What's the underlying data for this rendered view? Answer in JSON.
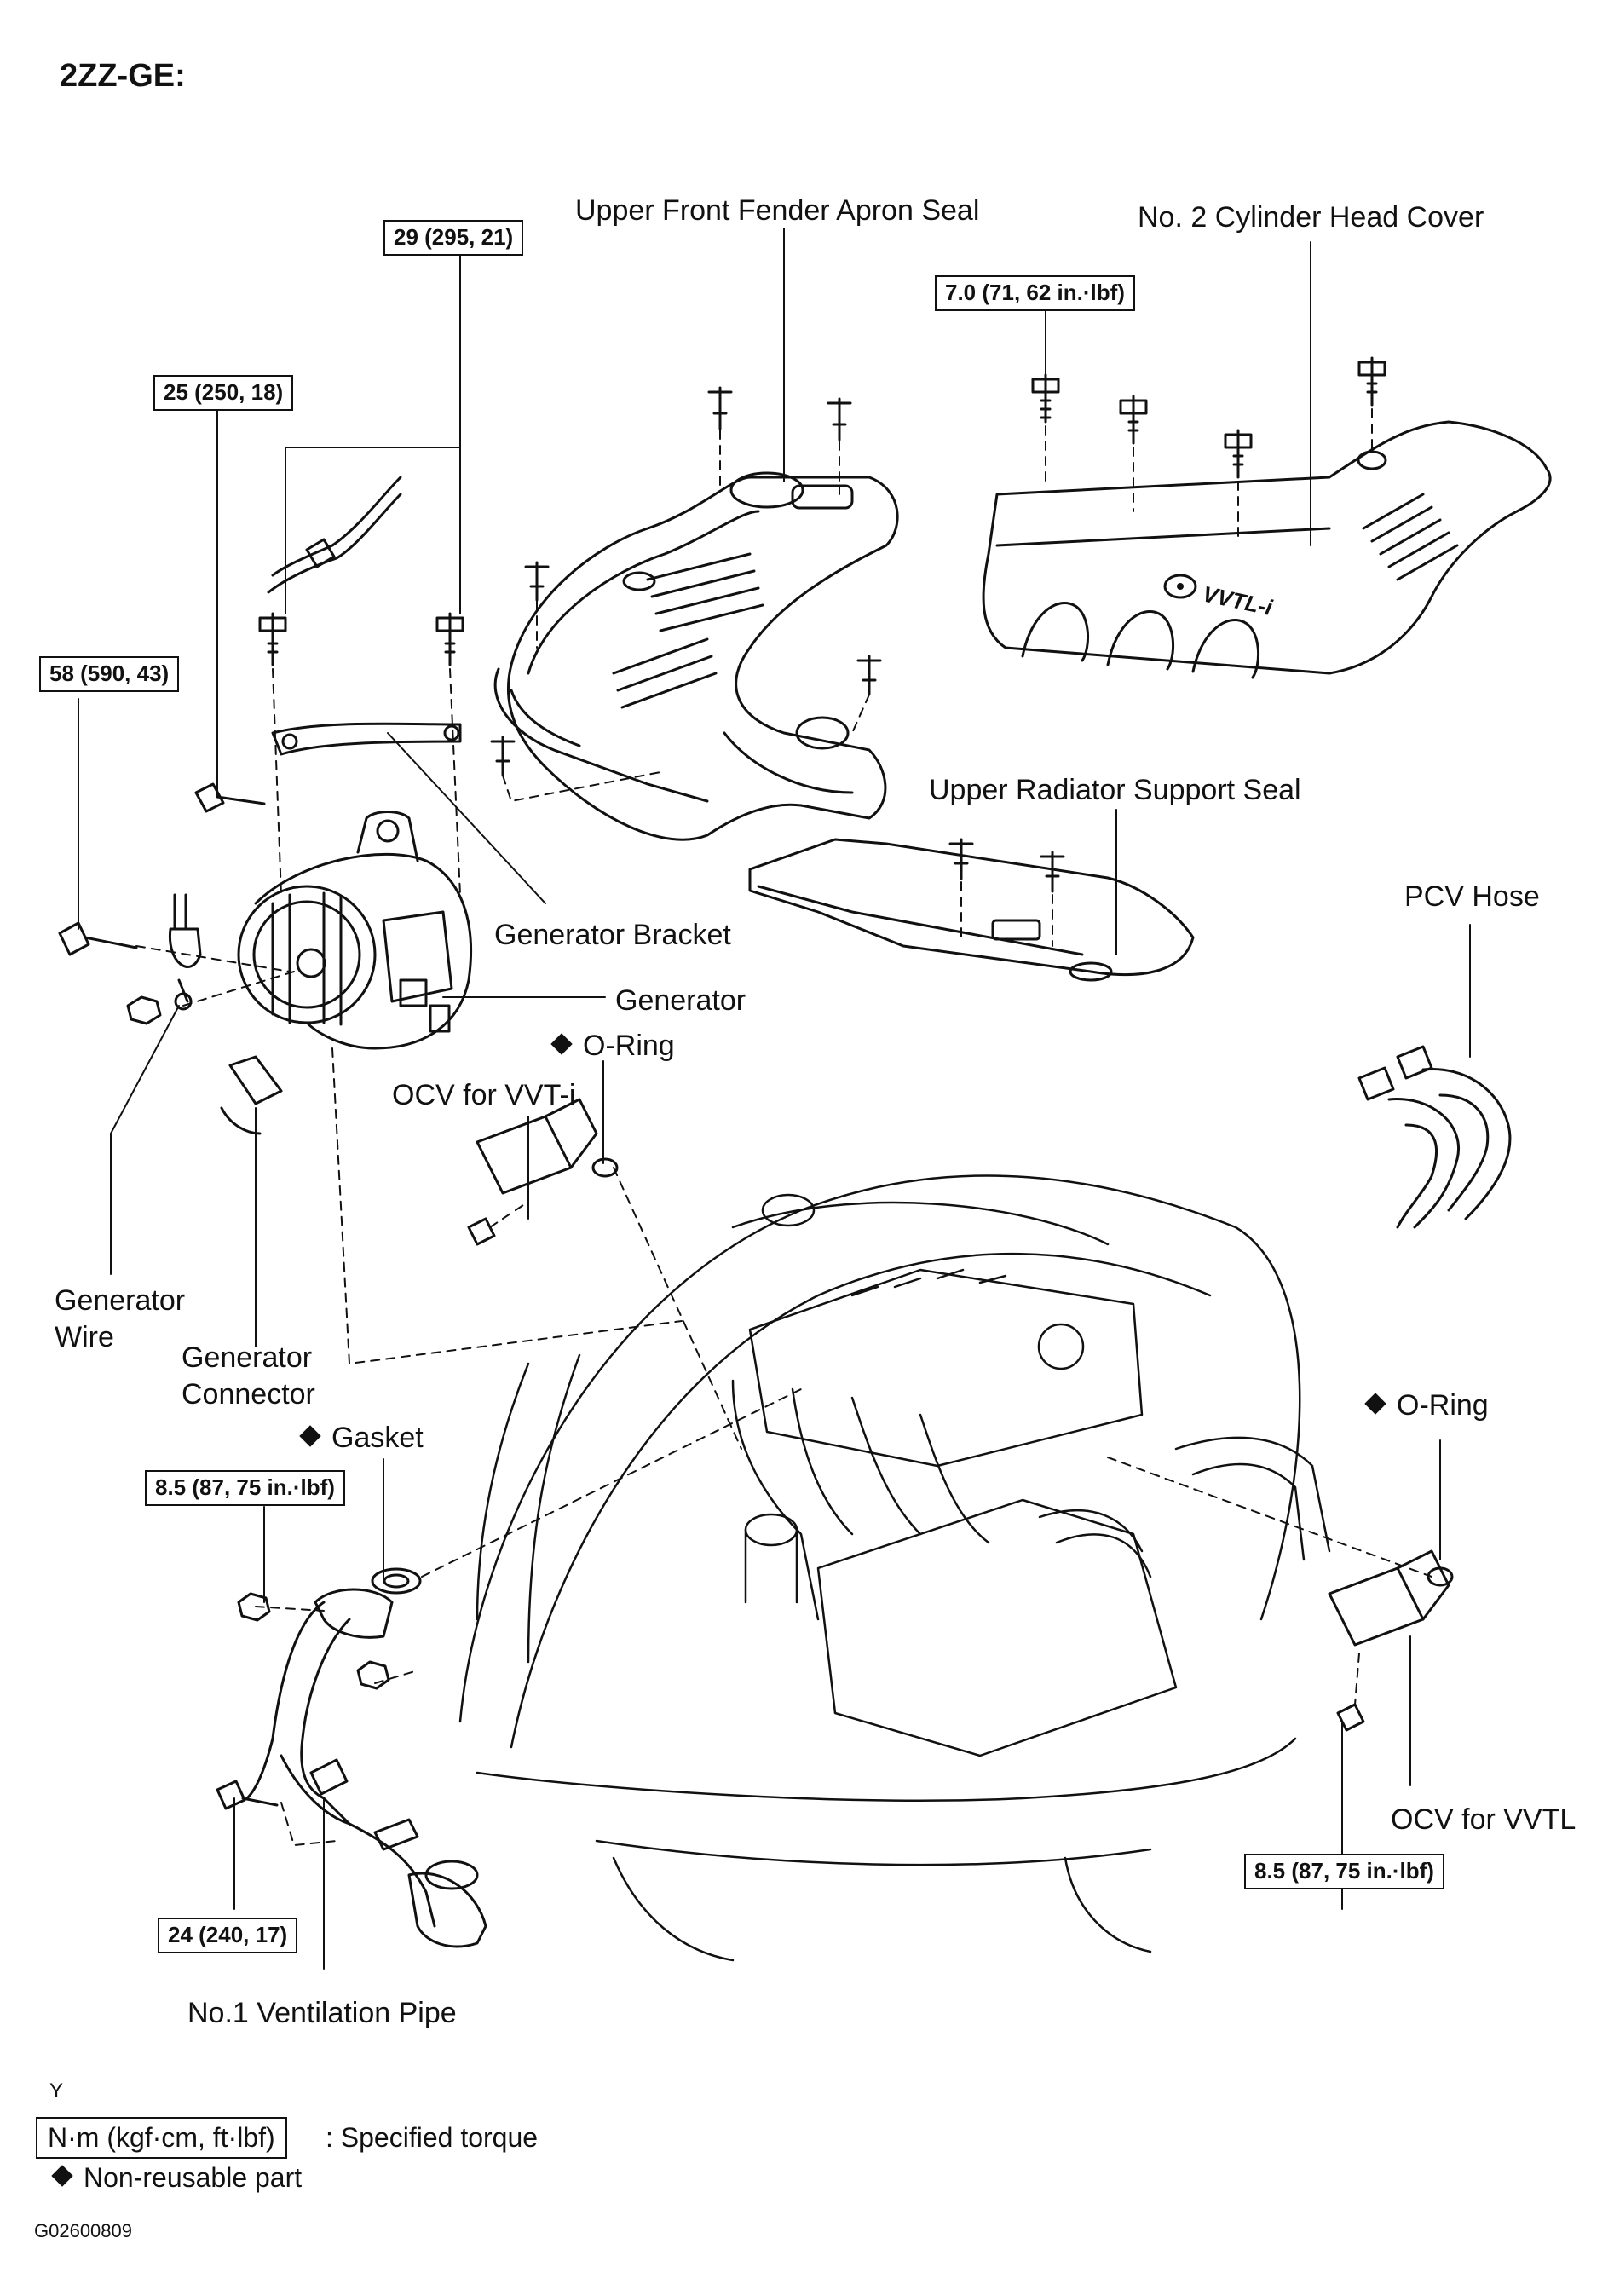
{
  "title": "2ZZ-GE:",
  "labels": {
    "upper_front_fender_apron_seal": "Upper Front Fender Apron Seal",
    "no2_cylinder_head_cover": "No. 2 Cylinder Head Cover",
    "upper_radiator_support_seal": "Upper Radiator Support Seal",
    "pcv_hose": "PCV Hose",
    "generator_bracket": "Generator Bracket",
    "generator": "Generator",
    "o_ring_top": "O-Ring",
    "ocv_vvti": "OCV for VVT-i",
    "generator_wire_1": "Generator",
    "generator_wire_2": "Wire",
    "generator_connector_1": "Generator",
    "generator_connector_2": "Connector",
    "gasket": "Gasket",
    "o_ring_right": "O-Ring",
    "ocv_vvtl": "OCV for VVTL",
    "no1_ventilation_pipe": "No.1 Ventilation Pipe",
    "cover_logo": "VVTL-i"
  },
  "torques": {
    "t_29": "29 (295, 21)",
    "t_25": "25 (250, 18)",
    "t_58": "58 (590, 43)",
    "t_7": "7.0 (71, 62 in.·lbf)",
    "t_85_left": "8.5 (87, 75 in.·lbf)",
    "t_24": "24 (240, 17)",
    "t_85_right": "8.5 (87, 75 in.·lbf)"
  },
  "legend": {
    "marker": "Y",
    "torque_unit": "N·m (kgf·cm, ft·lbf)",
    "torque_desc": ": Specified torque",
    "nonreusable_desc": "Non-reusable part"
  },
  "figure_code": "G02600809"
}
